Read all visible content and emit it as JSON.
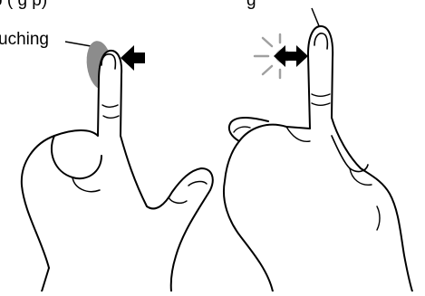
{
  "labels": {
    "top_left": "p    (   g    p)",
    "top_right": "g",
    "touching": "uching"
  },
  "colors": {
    "line": "#000000",
    "highlight": "#8c8c8c",
    "flash": "#a0a0a0",
    "arrow": "#000000"
  },
  "icons": {
    "left_arrow": "arrow-pointing-to-fingertip",
    "right_arrow": "double-headed-arrow",
    "flash": "flash-burst"
  }
}
